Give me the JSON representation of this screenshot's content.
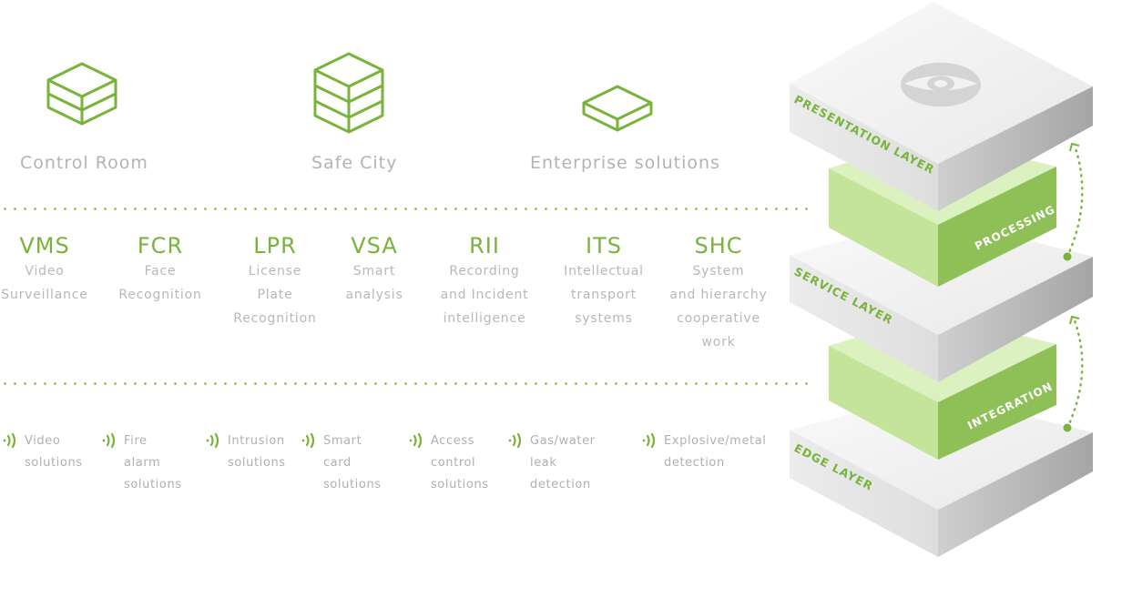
{
  "solutions": [
    {
      "label": "Control Room",
      "icon": "box-1-layer-icon"
    },
    {
      "label": "Safe City",
      "icon": "box-3-layer-icon"
    },
    {
      "label": "Enterprise solutions",
      "icon": "box-flat-icon"
    }
  ],
  "modules": [
    {
      "code": "VMS",
      "desc": [
        "Video",
        "Surveillance"
      ]
    },
    {
      "code": "FCR",
      "desc": [
        "Face",
        "Recognition"
      ]
    },
    {
      "code": "LPR",
      "desc": [
        "License",
        "Plate",
        "Recognition"
      ]
    },
    {
      "code": "VSA",
      "desc": [
        "Smart",
        "analysis"
      ]
    },
    {
      "code": "RII",
      "desc": [
        "Recording",
        "and Incident",
        "intelligence"
      ]
    },
    {
      "code": "ITS",
      "desc": [
        "Intellectual",
        "transport",
        "systems"
      ]
    },
    {
      "code": "SHC",
      "desc": [
        "System",
        "and hierarchy",
        "cooperative",
        "work"
      ]
    }
  ],
  "sensors": [
    {
      "lines": [
        "Video",
        "solutions"
      ]
    },
    {
      "lines": [
        "Fire alarm",
        "solutions"
      ]
    },
    {
      "lines": [
        "Intrusion",
        "solutions"
      ]
    },
    {
      "lines": [
        "Smart card",
        "solutions"
      ]
    },
    {
      "lines": [
        "Access",
        "control",
        "solutions"
      ]
    },
    {
      "lines": [
        "Gas/water leak",
        "detection"
      ]
    },
    {
      "lines": [
        "Explosive/metal",
        "detection"
      ]
    }
  ],
  "layers": {
    "presentation": "PRESENTATION LAYER",
    "processing": "PROCESSING",
    "service": "SERVICE LAYER",
    "integration": "INTEGRATION",
    "edge": "EDGE LAYER"
  },
  "colors": {
    "accent": "#78b33a",
    "text": "#b3b3b3",
    "slab_light": "#e4e4e4",
    "green_slab": "#c8e6a0"
  }
}
